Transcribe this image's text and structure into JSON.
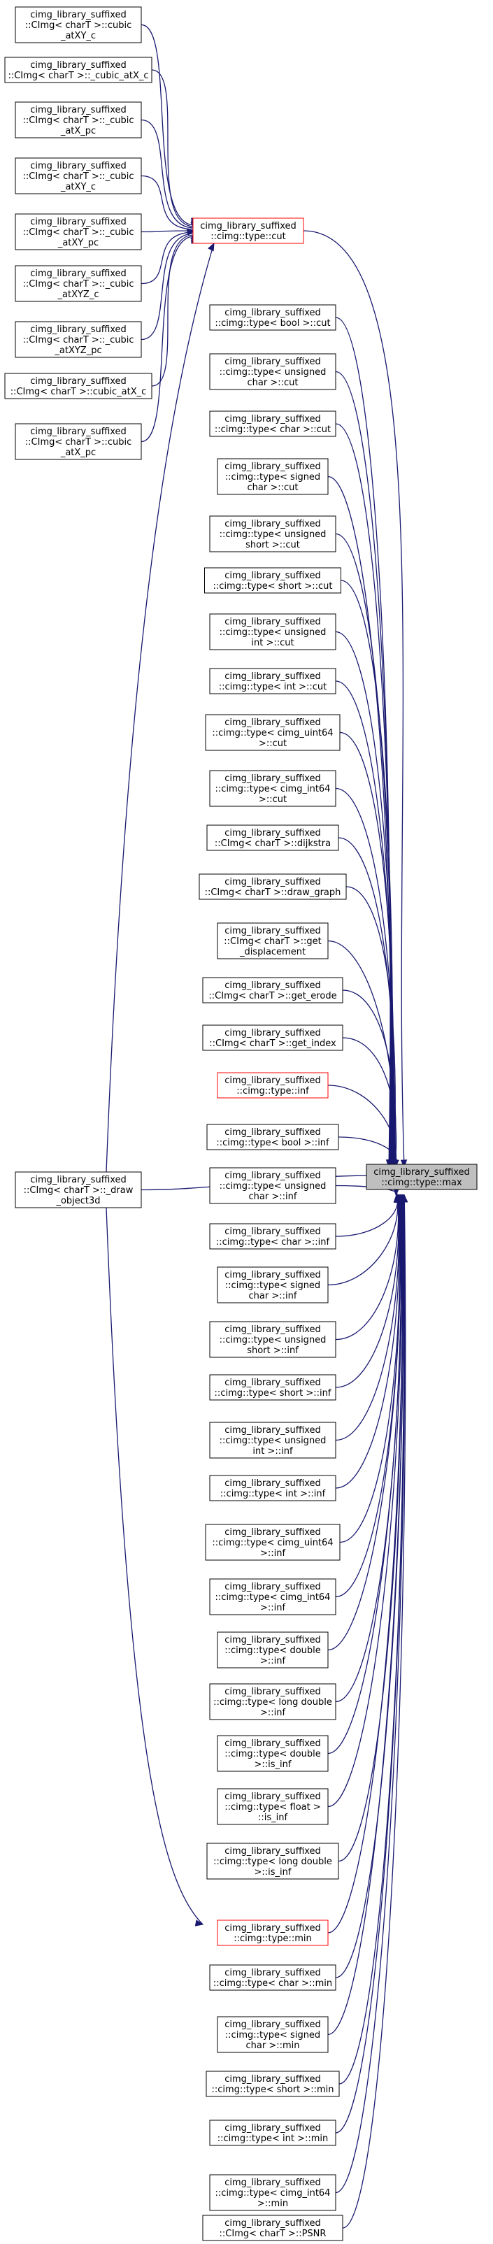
{
  "colors": {
    "edge": "#191970",
    "highlight_border": "#ff0000",
    "target_fill": "#bfbfbf",
    "node_border": "#000000"
  },
  "target": {
    "id": "max",
    "lines": [
      "cimg_library_suffixed",
      "::cimg::type::max"
    ]
  },
  "cut_hub": {
    "id": "type_cut",
    "lines": [
      "cimg_library_suffixed",
      "::cimg::type::cut"
    ]
  },
  "cut_callers": [
    {
      "id": "cubic_atXY_c",
      "lines": [
        "cimg_library_suffixed",
        "::CImg< charT >::cubic",
        "_atXY_c"
      ]
    },
    {
      "id": "_cubic_atX_c",
      "lines": [
        "cimg_library_suffixed",
        "::CImg< charT >::_cubic_atX_c"
      ]
    },
    {
      "id": "_cubic_atX_pc",
      "lines": [
        "cimg_library_suffixed",
        "::CImg< charT >::_cubic",
        "_atX_pc"
      ]
    },
    {
      "id": "_cubic_atXY_c",
      "lines": [
        "cimg_library_suffixed",
        "::CImg< charT >::_cubic",
        "_atXY_c"
      ]
    },
    {
      "id": "_cubic_atXY_pc",
      "lines": [
        "cimg_library_suffixed",
        "::CImg< charT >::_cubic",
        "_atXY_pc"
      ]
    },
    {
      "id": "_cubic_atXYZ_c",
      "lines": [
        "cimg_library_suffixed",
        "::CImg< charT >::_cubic",
        "_atXYZ_c"
      ]
    },
    {
      "id": "_cubic_atXYZ_pc",
      "lines": [
        "cimg_library_suffixed",
        "::CImg< charT >::_cubic",
        "_atXYZ_pc"
      ]
    },
    {
      "id": "cubic_atX_c",
      "lines": [
        "cimg_library_suffixed",
        "::CImg< charT >::cubic_atX_c"
      ]
    },
    {
      "id": "cubic_atX_pc",
      "lines": [
        "cimg_library_suffixed",
        "::CImg< charT >::cubic",
        "_atX_pc"
      ]
    }
  ],
  "draw_object3d": {
    "id": "_draw_object3d",
    "lines": [
      "cimg_library_suffixed",
      "::CImg< charT >::_draw",
      "_object3d"
    ]
  },
  "max_callers": [
    {
      "id": "bool_cut",
      "lines": [
        "cimg_library_suffixed",
        "::cimg::type< bool >::cut"
      ]
    },
    {
      "id": "uchar_cut",
      "lines": [
        "cimg_library_suffixed",
        "::cimg::type< unsigned",
        "char >::cut"
      ]
    },
    {
      "id": "char_cut",
      "lines": [
        "cimg_library_suffixed",
        "::cimg::type< char >::cut"
      ]
    },
    {
      "id": "schar_cut",
      "lines": [
        "cimg_library_suffixed",
        "::cimg::type< signed",
        "char >::cut"
      ]
    },
    {
      "id": "ushort_cut",
      "lines": [
        "cimg_library_suffixed",
        "::cimg::type< unsigned",
        "short >::cut"
      ]
    },
    {
      "id": "short_cut",
      "lines": [
        "cimg_library_suffixed",
        "::cimg::type< short >::cut"
      ]
    },
    {
      "id": "uint_cut",
      "lines": [
        "cimg_library_suffixed",
        "::cimg::type< unsigned",
        "int >::cut"
      ]
    },
    {
      "id": "int_cut",
      "lines": [
        "cimg_library_suffixed",
        "::cimg::type< int >::cut"
      ]
    },
    {
      "id": "uint64_cut",
      "lines": [
        "cimg_library_suffixed",
        "::cimg::type< cimg_uint64",
        ">::cut"
      ]
    },
    {
      "id": "int64_cut",
      "lines": [
        "cimg_library_suffixed",
        "::cimg::type< cimg_int64",
        ">::cut"
      ]
    },
    {
      "id": "dijkstra",
      "lines": [
        "cimg_library_suffixed",
        "::CImg< charT >::dijkstra"
      ]
    },
    {
      "id": "draw_graph",
      "lines": [
        "cimg_library_suffixed",
        "::CImg< charT >::draw_graph"
      ]
    },
    {
      "id": "get_displacement",
      "lines": [
        "cimg_library_suffixed",
        "::CImg< charT >::get",
        "_displacement"
      ]
    },
    {
      "id": "get_erode",
      "lines": [
        "cimg_library_suffixed",
        "::CImg< charT >::get_erode"
      ]
    },
    {
      "id": "get_index",
      "lines": [
        "cimg_library_suffixed",
        "::CImg< charT >::get_index"
      ]
    },
    {
      "id": "type_inf",
      "lines": [
        "cimg_library_suffixed",
        "::cimg::type::inf"
      ],
      "red": true
    },
    {
      "id": "bool_inf",
      "lines": [
        "cimg_library_suffixed",
        "::cimg::type< bool >::inf"
      ]
    },
    {
      "id": "uchar_inf",
      "lines": [
        "cimg_library_suffixed",
        "::cimg::type< unsigned",
        "char >::inf"
      ]
    },
    {
      "id": "char_inf",
      "lines": [
        "cimg_library_suffixed",
        "::cimg::type< char >::inf"
      ]
    },
    {
      "id": "schar_inf",
      "lines": [
        "cimg_library_suffixed",
        "::cimg::type< signed",
        "char >::inf"
      ]
    },
    {
      "id": "ushort_inf",
      "lines": [
        "cimg_library_suffixed",
        "::cimg::type< unsigned",
        "short >::inf"
      ]
    },
    {
      "id": "short_inf",
      "lines": [
        "cimg_library_suffixed",
        "::cimg::type< short >::inf"
      ]
    },
    {
      "id": "uint_inf",
      "lines": [
        "cimg_library_suffixed",
        "::cimg::type< unsigned",
        "int >::inf"
      ]
    },
    {
      "id": "int_inf",
      "lines": [
        "cimg_library_suffixed",
        "::cimg::type< int >::inf"
      ]
    },
    {
      "id": "uint64_inf",
      "lines": [
        "cimg_library_suffixed",
        "::cimg::type< cimg_uint64",
        ">::inf"
      ]
    },
    {
      "id": "int64_inf",
      "lines": [
        "cimg_library_suffixed",
        "::cimg::type< cimg_int64",
        ">::inf"
      ]
    },
    {
      "id": "double_inf",
      "lines": [
        "cimg_library_suffixed",
        "::cimg::type< double",
        ">::inf"
      ]
    },
    {
      "id": "ldouble_inf",
      "lines": [
        "cimg_library_suffixed",
        "::cimg::type< long double",
        ">::inf"
      ]
    },
    {
      "id": "double_is_inf",
      "lines": [
        "cimg_library_suffixed",
        "::cimg::type< double",
        ">::is_inf"
      ]
    },
    {
      "id": "float_is_inf",
      "lines": [
        "cimg_library_suffixed",
        "::cimg::type< float >",
        "::is_inf"
      ]
    },
    {
      "id": "ldouble_is_inf",
      "lines": [
        "cimg_library_suffixed",
        "::cimg::type< long double",
        ">::is_inf"
      ]
    },
    {
      "id": "type_min",
      "lines": [
        "cimg_library_suffixed",
        "::cimg::type::min"
      ],
      "red": true
    },
    {
      "id": "char_min",
      "lines": [
        "cimg_library_suffixed",
        "::cimg::type< char >::min"
      ]
    },
    {
      "id": "schar_min",
      "lines": [
        "cimg_library_suffixed",
        "::cimg::type< signed",
        "char >::min"
      ]
    },
    {
      "id": "short_min",
      "lines": [
        "cimg_library_suffixed",
        "::cimg::type< short >::min"
      ]
    },
    {
      "id": "int_min",
      "lines": [
        "cimg_library_suffixed",
        "::cimg::type< int >::min"
      ]
    },
    {
      "id": "int64_min",
      "lines": [
        "cimg_library_suffixed",
        "::cimg::type< cimg_int64",
        ">::min"
      ]
    },
    {
      "id": "PSNR",
      "lines": [
        "cimg_library_suffixed",
        "::CImg< charT >::PSNR"
      ]
    }
  ]
}
